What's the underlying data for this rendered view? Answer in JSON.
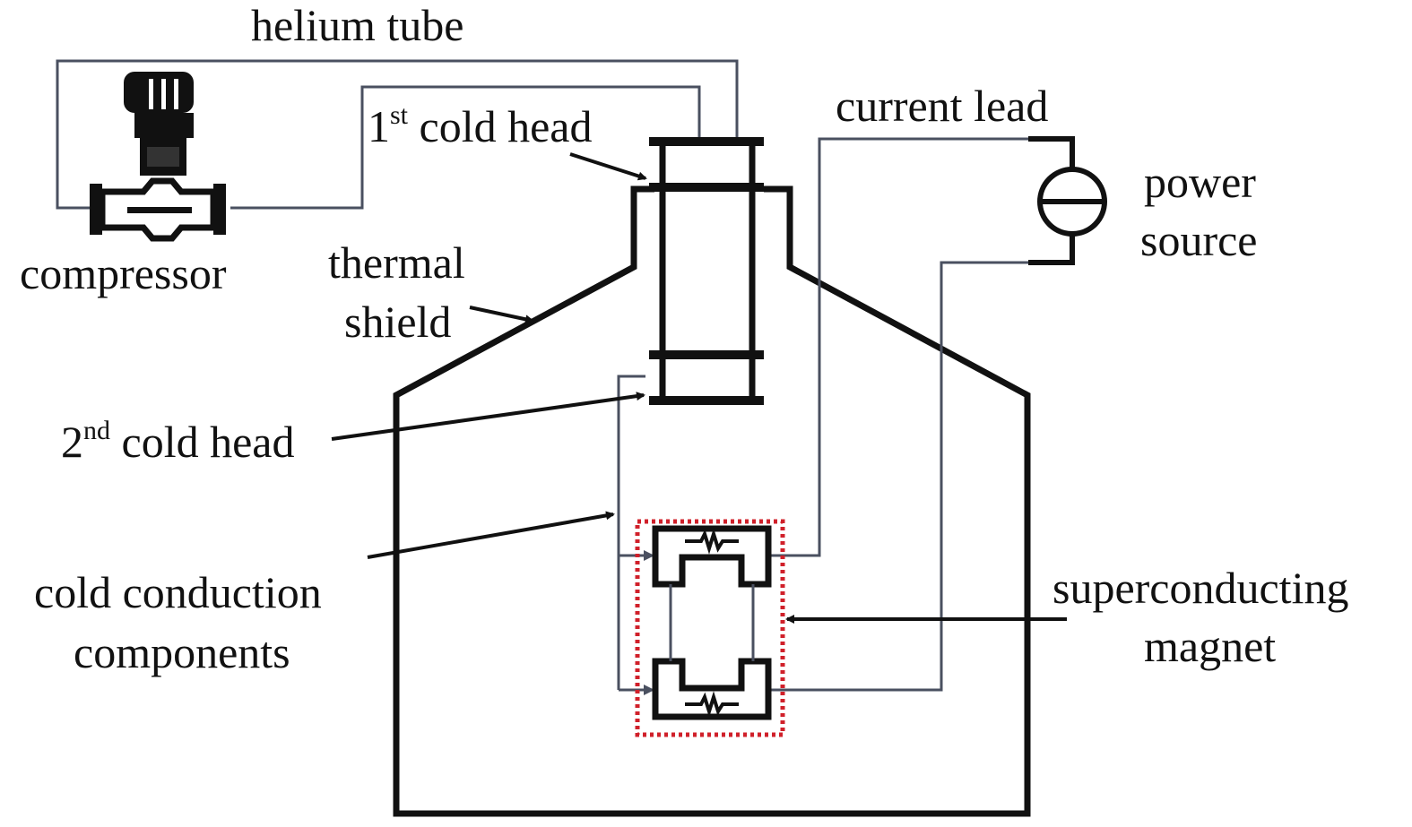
{
  "labels": {
    "helium_tube": "helium tube",
    "compressor": "compressor",
    "first_cold_head_num": "1",
    "first_cold_head_sup": "st",
    "first_cold_head_text": " cold head",
    "current_lead": "current lead",
    "power_line1": "power",
    "power_line2": "source",
    "thermal_line1": "thermal",
    "thermal_line2": "shield",
    "second_cold_head_num": "2",
    "second_cold_head_sup": "nd",
    "second_cold_head_text": " cold head",
    "cold_conduction_line1": "cold conduction",
    "cold_conduction_line2": "components",
    "magnet_line1": "superconducting",
    "magnet_line2": "magnet"
  },
  "colors": {
    "thick_line": "#111111",
    "thin_line": "#4a5060",
    "magnet_dash": "#d0202a"
  }
}
